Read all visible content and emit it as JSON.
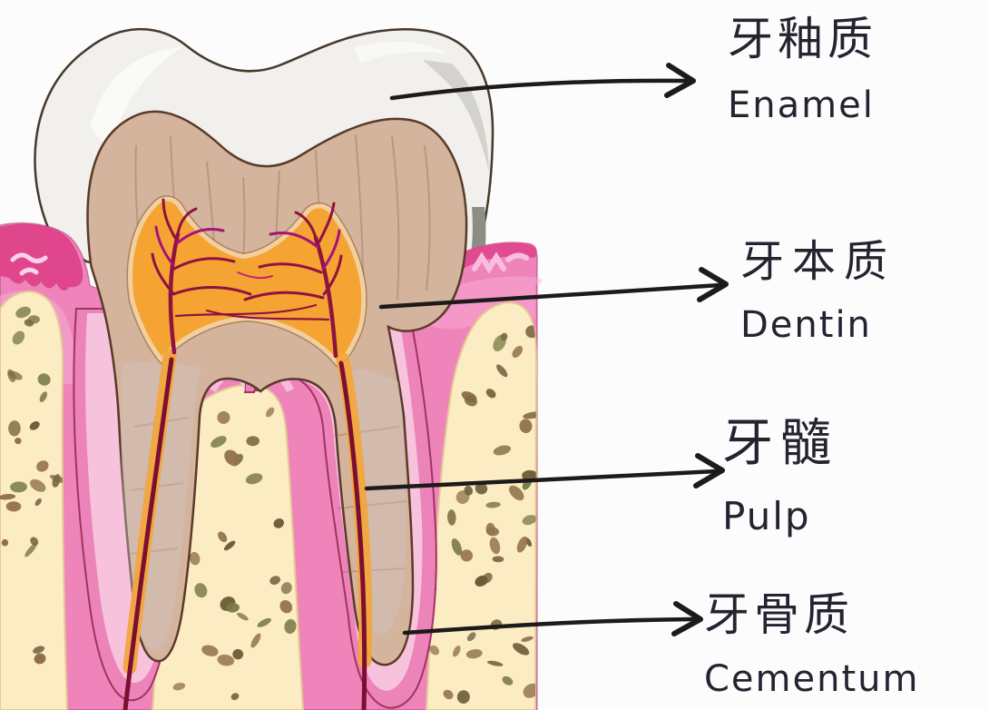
{
  "diagram": {
    "name": "tooth-cross-section",
    "labels": [
      {
        "id": "enamel",
        "zh": "牙釉质",
        "en": "Enamel"
      },
      {
        "id": "dentin",
        "zh": "牙本质",
        "en": "Dentin"
      },
      {
        "id": "pulp",
        "zh": "牙髓",
        "en": "Pulp"
      },
      {
        "id": "cementum",
        "zh": "牙骨质",
        "en": "Cementum"
      }
    ]
  },
  "colors": {
    "background": "#fcfcfc",
    "enamel": "#f1f0ec",
    "enamel_shadow": "#8d8d86",
    "dentin": "#d4b49d",
    "pulp": "#f5a433",
    "pulp_rim": "#f2cf9e",
    "gum": "#ef84ba",
    "gum_crest": "#e0468c",
    "bone": "#fbecc3",
    "cementum": "#ec83b9",
    "ligament": "#f7c3dc",
    "root_canal": "#7c0f31",
    "vessel": "#8e1340",
    "arrow": "#1c1a1a",
    "text": "#262230"
  }
}
